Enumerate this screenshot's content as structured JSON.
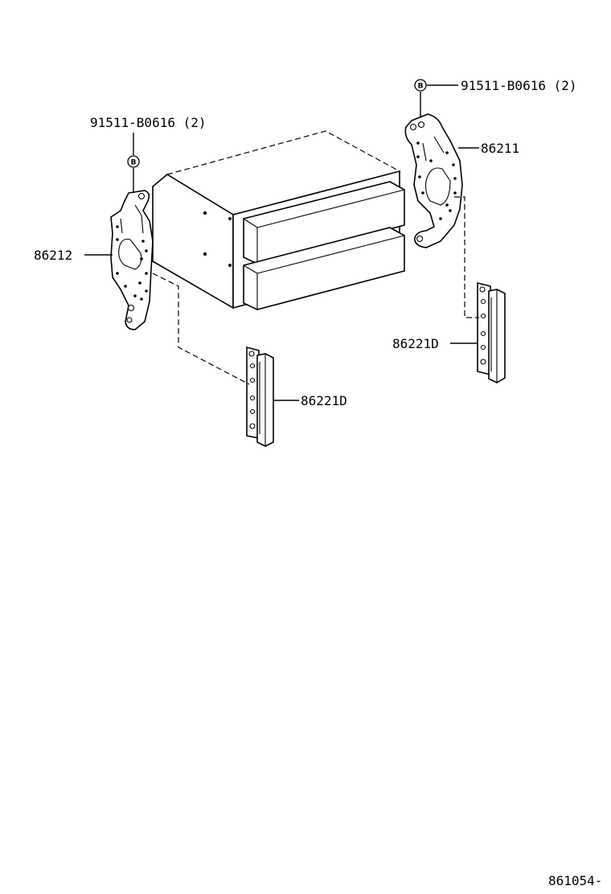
{
  "callouts": {
    "bolt_left": "91511-B0616 (2)",
    "bolt_right": "91511-B0616 (2)",
    "bracket_left": "86212",
    "bracket_right": "86211",
    "panel_left": "86221D",
    "panel_right": "86221D"
  },
  "bolt_symbol": "B",
  "figure_number": "861054-"
}
